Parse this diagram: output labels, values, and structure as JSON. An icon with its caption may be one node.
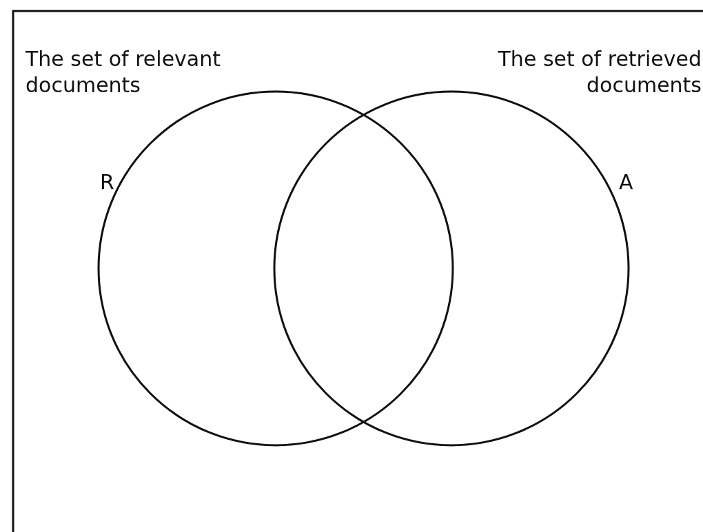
{
  "diagram": {
    "nodes": [
      {
        "text": [
          "The set of relevant documents",
          "R"
        ]
      },
      {
        "text": [
          "The set of retrieved documents",
          "A"
        ]
      }
    ]
  }
}
